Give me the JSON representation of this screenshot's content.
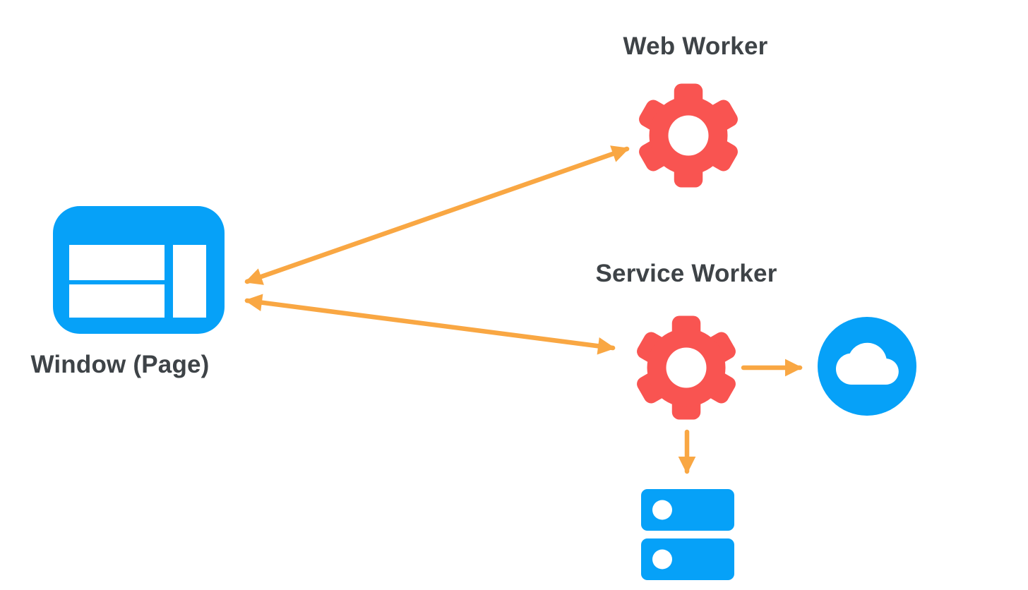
{
  "nodes": {
    "web_worker": {
      "label": "Web Worker",
      "icon": "gear-icon"
    },
    "service_worker": {
      "label": "Service Worker",
      "icon": "gear-icon"
    },
    "window_page": {
      "label": "Window (Page)",
      "icon": "browser-window-icon"
    },
    "network": {
      "icon": "cloud-icon"
    },
    "storage": {
      "icon": "database-icon"
    }
  },
  "edges": [
    {
      "from": "window_page",
      "to": "web_worker",
      "style": "bidirectional"
    },
    {
      "from": "window_page",
      "to": "service_worker",
      "style": "bidirectional"
    },
    {
      "from": "service_worker",
      "to": "network",
      "style": "one-way"
    },
    {
      "from": "service_worker",
      "to": "storage",
      "style": "one-way"
    }
  ],
  "colors": {
    "blue": "#06A1F8",
    "red": "#F95451",
    "orange": "#F9A743",
    "ink": "#3E4347",
    "white": "#FFFFFF"
  }
}
